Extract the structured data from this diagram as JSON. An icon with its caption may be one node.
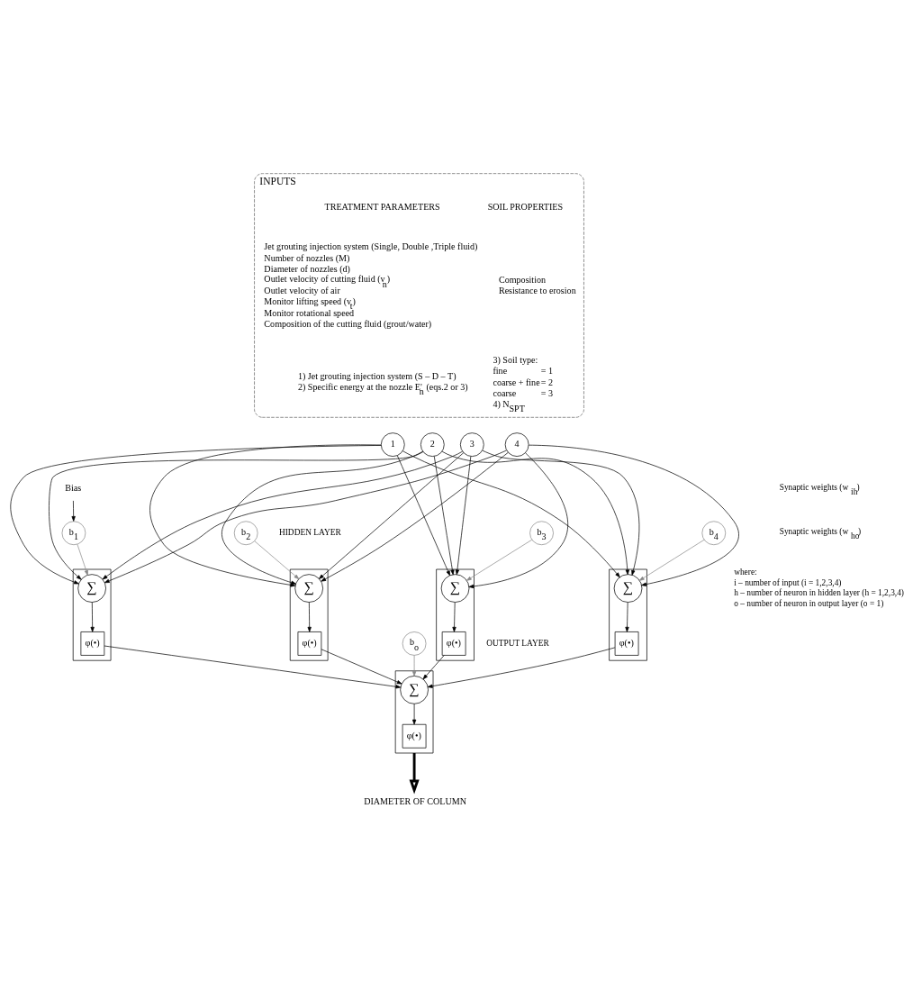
{
  "diagram": {
    "nodes": [
      {
        "text": [
          "INPUTS"
        ]
      },
      {
        "text": [
          "1"
        ]
      },
      {
        "text": [
          "2"
        ]
      },
      {
        "text": [
          "3"
        ]
      },
      {
        "text": [
          "4"
        ]
      },
      {
        "text": [
          "Bias"
        ]
      },
      {
        "text": [],
        "shape": "box"
      },
      {
        "text": [
          "∑"
        ],
        "in": 6
      },
      {
        "text": [
          "φ(•)"
        ],
        "in": 6
      },
      {
        "text": [
          "b$_{1}$"
        ]
      },
      {
        "text": [],
        "shape": "box"
      },
      {
        "text": [
          "∑"
        ],
        "in": 10
      },
      {
        "text": [
          "φ(•)"
        ],
        "in": 10
      },
      {
        "text": [
          "b$_{2}$"
        ]
      },
      {
        "text": [],
        "shape": "box"
      },
      {
        "text": [
          "∑"
        ],
        "in": 14
      },
      {
        "text": [
          "φ(•)"
        ],
        "in": 14
      },
      {
        "text": [
          "b$_{3}$"
        ]
      },
      {
        "text": [],
        "shape": "box"
      },
      {
        "text": [
          "∑"
        ],
        "in": 18
      },
      {
        "text": [
          "φ(•)"
        ],
        "in": 18
      },
      {
        "text": [
          "b$_{4}$"
        ]
      },
      {
        "text": [],
        "shape": "box"
      },
      {
        "text": [
          "∑"
        ],
        "in": 22
      },
      {
        "text": [
          "φ(•)"
        ],
        "in": 22
      },
      {
        "text": [
          "b$_{o}$"
        ]
      },
      {
        "text": [
          "DIAMETER OF COLUMN"
        ]
      }
    ],
    "edges": [
      {
        "from": 1,
        "to": 7,
        "arrow": "to"
      },
      {
        "from": 1,
        "to": 11,
        "arrow": "to"
      },
      {
        "from": 1,
        "to": 15,
        "arrow": "to"
      },
      {
        "from": 1,
        "to": 19,
        "arrow": "to"
      },
      {
        "from": 2,
        "to": 7,
        "arrow": "to"
      },
      {
        "from": 2,
        "to": 11,
        "arrow": "to"
      },
      {
        "from": 2,
        "to": 15,
        "arrow": "to"
      },
      {
        "from": 2,
        "to": 19,
        "arrow": "to"
      },
      {
        "from": 3,
        "to": 7,
        "arrow": "to"
      },
      {
        "from": 3,
        "to": 11,
        "arrow": "to"
      },
      {
        "from": 3,
        "to": 15,
        "arrow": "to"
      },
      {
        "from": 3,
        "to": 19,
        "arrow": "to"
      },
      {
        "from": 4,
        "to": 7,
        "arrow": "to"
      },
      {
        "from": 4,
        "to": 11,
        "arrow": "to"
      },
      {
        "from": 4,
        "to": 15,
        "arrow": "to"
      },
      {
        "from": 4,
        "to": 19,
        "arrow": "to"
      },
      {
        "from": 5,
        "to": 9,
        "arrow": "to"
      },
      {
        "from": 9,
        "to": 7,
        "arrow": "to",
        "color": "#888888"
      },
      {
        "from": 13,
        "to": 11,
        "arrow": "to",
        "color": "#888888"
      },
      {
        "from": 17,
        "to": 15,
        "arrow": "to",
        "color": "#888888"
      },
      {
        "from": 21,
        "to": 19,
        "arrow": "to",
        "color": "#888888"
      },
      {
        "from": 7,
        "to": 8,
        "arrow": "to"
      },
      {
        "from": 11,
        "to": 12,
        "arrow": "to"
      },
      {
        "from": 15,
        "to": 16,
        "arrow": "to"
      },
      {
        "from": 19,
        "to": 20,
        "arrow": "to"
      },
      {
        "from": 8,
        "to": 23,
        "arrow": "to"
      },
      {
        "from": 12,
        "to": 23,
        "arrow": "to"
      },
      {
        "from": 16,
        "to": 23,
        "arrow": "to"
      },
      {
        "from": 20,
        "to": 23,
        "arrow": "to"
      },
      {
        "from": 25,
        "to": 23,
        "arrow": "to",
        "color": "#888888"
      },
      {
        "from": 23,
        "to": 24,
        "arrow": "to"
      },
      {
        "from": 22,
        "to": 26,
        "arrow": "to",
        "style": "thick"
      }
    ],
    "labels": [
      "TREATMENT PARAMETERS",
      "SOIL PROPERTIES",
      "Jet grouting injection system (Single, Double ,Triple fluid)",
      "Number of nozzles (M)",
      "Diameter of nozzles (d)",
      "Outlet velocity of cutting fluid (v$_{n}$)",
      "Outlet velocity of air",
      "Monitor lifting speed (v$_{t}$)",
      "Monitor rotational speed",
      "Composition of the cutting fluid (grout/water)",
      "Composition",
      "Resistance to erosion",
      "1) Jet grouting injection system (S – D – T)",
      "2) Specific energy at the nozzle E'$_{n}$ (eqs.2 or 3)",
      "3) Soil type:",
      "fine",
      "= 1",
      "coarse + fine",
      "= 2",
      "coarse",
      "= 3",
      "4) N$_{SPT}$",
      "Synaptic weights (w$_{ih}$)",
      "HIDDEN LAYER",
      "Synaptic weights (w$_{ho}$)",
      "OUTPUT LAYER",
      "where:",
      "i – number of input (i = 1,2,3,4)",
      "h – number of neuron in hidden layer (h = 1,2,3,4)",
      "o – number of neuron in output layer (o = 1)"
    ]
  }
}
